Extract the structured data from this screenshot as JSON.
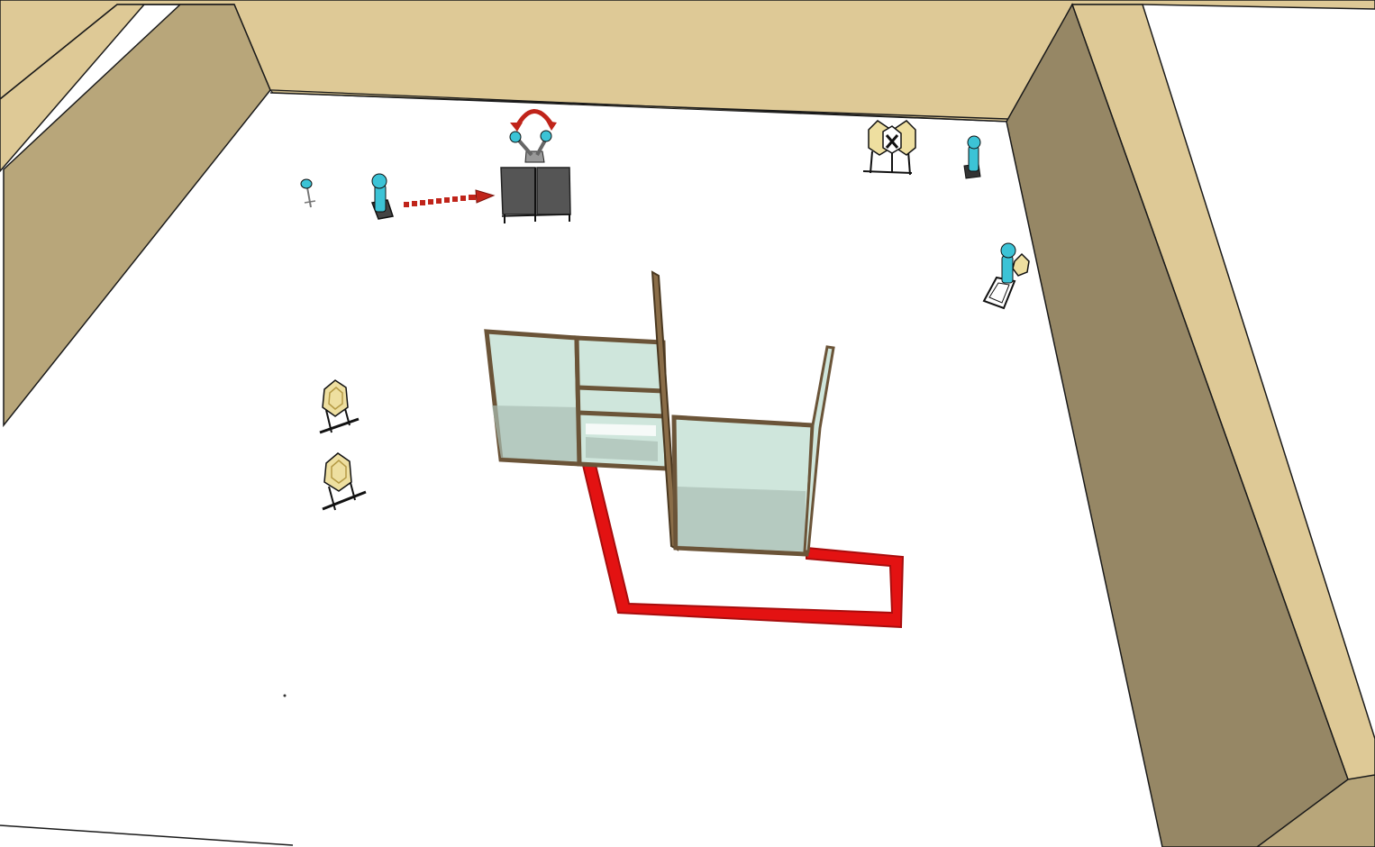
{
  "scene": {
    "description_type": "stage-diagram",
    "colors": {
      "floor": "#ffffff",
      "berm_top": "#dec996",
      "berm_left_face": "#b8a67a",
      "berm_right_face": "#968765",
      "berm_outline": "#1a1a1a",
      "fault_line": "#e31212",
      "fault_line_dark": "#a80d0d",
      "wall_frame": "#6b5438",
      "wall_glass": "#cfe6dc",
      "wall_glass_shadow": "#a9bdb4",
      "popper": "#3cc3d6",
      "paper_target": "#eedfa0",
      "swinger_panel": "#555555",
      "swing_arrow": "#c0241a",
      "activation_arrow": "#c0241a",
      "no_shoot_mark": "#111111"
    },
    "targets": {
      "paper_count": 5,
      "steel_popper_count": 5,
      "no_shoot_count": 1,
      "moving_swinger": true
    }
  }
}
